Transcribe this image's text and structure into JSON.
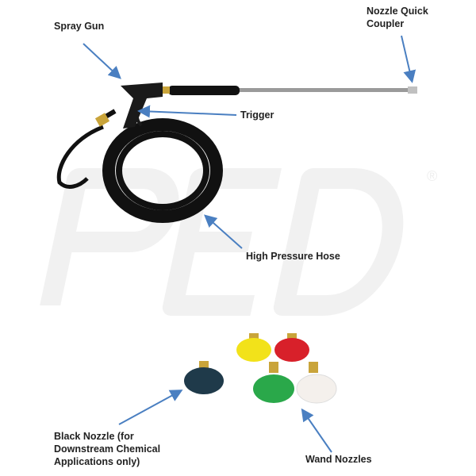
{
  "watermark": {
    "text": "PED",
    "registered": "®"
  },
  "labels": {
    "spray_gun": "Spray Gun",
    "nozzle_coupler_line1": "Nozzle Quick",
    "nozzle_coupler_line2": "Coupler",
    "trigger": "Trigger",
    "hose": "High Pressure Hose",
    "black_nozzle_line1": "Black Nozzle (for",
    "black_nozzle_line2": "Downstream Chemical",
    "black_nozzle_line3": "Applications only)",
    "wand_nozzles": "Wand Nozzles"
  },
  "colors": {
    "arrow": "#4a7fc1",
    "nozzle_black": "#1f3a4a",
    "nozzle_yellow": "#f2e21a",
    "nozzle_red": "#d8202a",
    "nozzle_green": "#2aa84a",
    "nozzle_white": "#f4f0ec",
    "brass": "#c9a43a"
  }
}
